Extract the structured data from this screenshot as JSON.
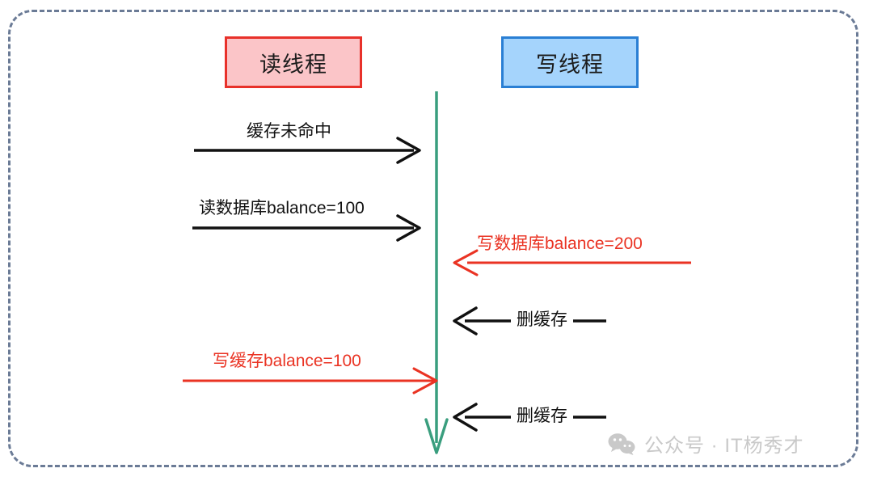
{
  "diagram": {
    "type": "sequence-diagram",
    "frame": {
      "border_color": "#6b7b96",
      "style": "dashed-rounded"
    },
    "participants": [
      {
        "id": "read-thread",
        "label": "读线程",
        "fill": "#fbc5c8",
        "stroke": "#e8312a"
      },
      {
        "id": "write-thread",
        "label": "写线程",
        "fill": "#a5d4fc",
        "stroke": "#2a7fd4"
      }
    ],
    "lifeline": {
      "name": "write-thread-lifeline",
      "color": "#3a9e7e"
    },
    "messages": [
      {
        "id": "cache-miss",
        "label": "缓存未命中",
        "color": "#111111",
        "direction": "right",
        "label_position": "above"
      },
      {
        "id": "read-db",
        "label": "读数据库balance=100",
        "color": "#111111",
        "direction": "right",
        "label_position": "above"
      },
      {
        "id": "write-db",
        "label": "写数据库balance=200",
        "color": "#ea3323",
        "direction": "left",
        "label_position": "above"
      },
      {
        "id": "delete-cache-1",
        "label": "删缓存",
        "color": "#111111",
        "direction": "left",
        "label_position": "inline"
      },
      {
        "id": "write-cache",
        "label": "写缓存balance=100",
        "color": "#ea3323",
        "direction": "right",
        "label_position": "above"
      },
      {
        "id": "delete-cache-2",
        "label": "删缓存",
        "color": "#111111",
        "direction": "left",
        "label_position": "inline"
      }
    ]
  },
  "watermark": {
    "icon": "wechat-icon",
    "text": "公众号 · IT杨秀才",
    "color": "#c9c9c9"
  }
}
